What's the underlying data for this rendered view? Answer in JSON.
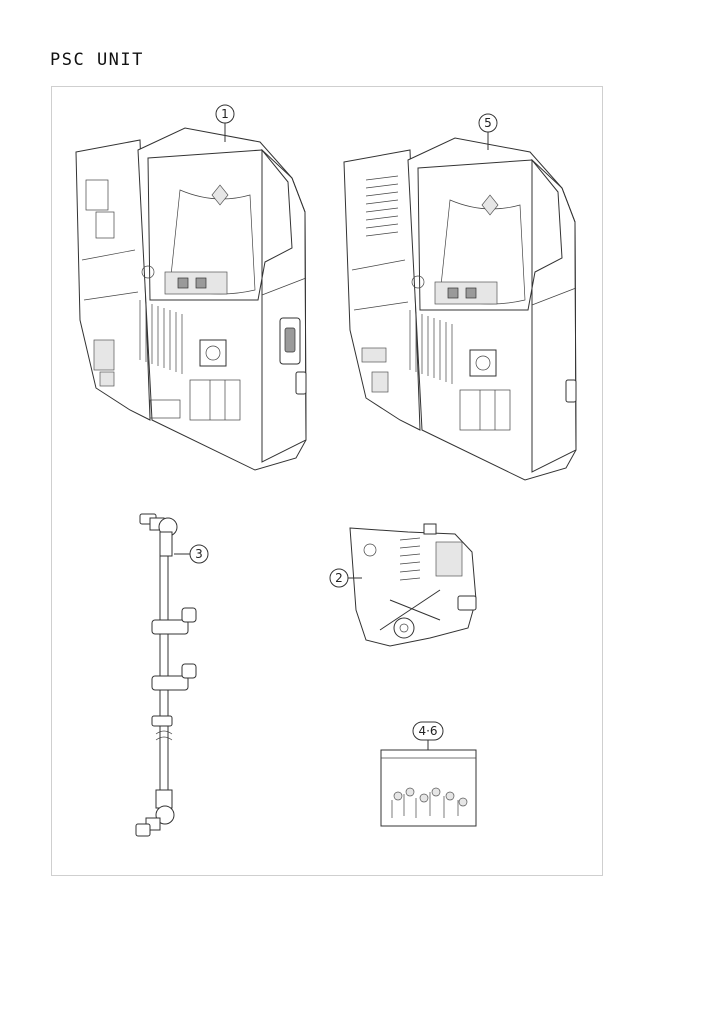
{
  "header": {
    "title": "PSC UNIT"
  },
  "callouts": {
    "part_1": "1",
    "part_2": "2",
    "part_3": "3",
    "part_4_6": "4·6",
    "part_5": "5"
  }
}
